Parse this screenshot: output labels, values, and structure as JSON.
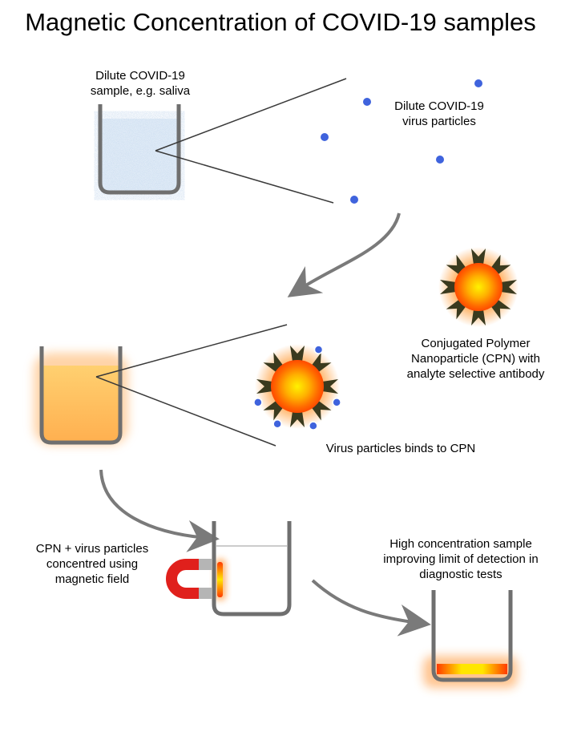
{
  "title": "Magnetic Concentration of COVID-19 samples",
  "labels": {
    "dilute_sample": [
      "Dilute COVID-19",
      "sample, e.g. saliva"
    ],
    "virus_particles": [
      "Dilute COVID-19",
      "virus particles"
    ],
    "cpn": [
      "Conjugated Polymer",
      "Nanoparticle (CPN) with",
      "analyte selective antibody"
    ],
    "binding": "Virus particles binds to CPN",
    "magnet_step": [
      "CPN + virus particles",
      "concentred using",
      "magnetic field"
    ],
    "result": [
      "High concentration sample",
      "improving limit of detection in",
      "diagnostic  tests"
    ]
  },
  "colors": {
    "beaker_wall": "#6f6f6f",
    "virus_particle": "#3f63dd",
    "saliva_fill": "#e4eef8",
    "cpn_core": "#ff7a00",
    "cpn_glow": "#fff200",
    "antibody": "#3a3a1e",
    "magnet_red": "#e0201c",
    "magnet_tip": "#b5b5b5",
    "arrow": "#7a7a7a"
  }
}
